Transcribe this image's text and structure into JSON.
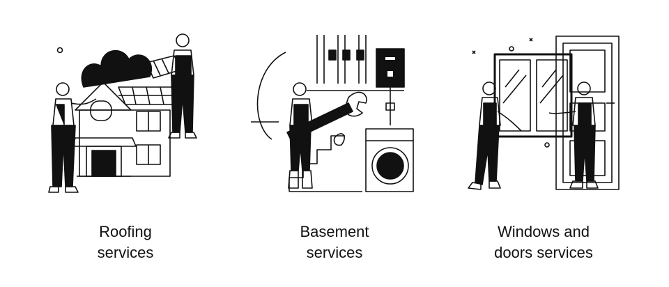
{
  "panels": [
    {
      "line1": "Roofing",
      "line2": "services",
      "icon": "roofing-illustration"
    },
    {
      "line1": "Basement",
      "line2": "services",
      "icon": "basement-illustration"
    },
    {
      "line1": "Windows and",
      "line2": "doors services",
      "icon": "windows-doors-illustration"
    }
  ],
  "colors": {
    "ink": "#111111",
    "background": "#ffffff"
  }
}
